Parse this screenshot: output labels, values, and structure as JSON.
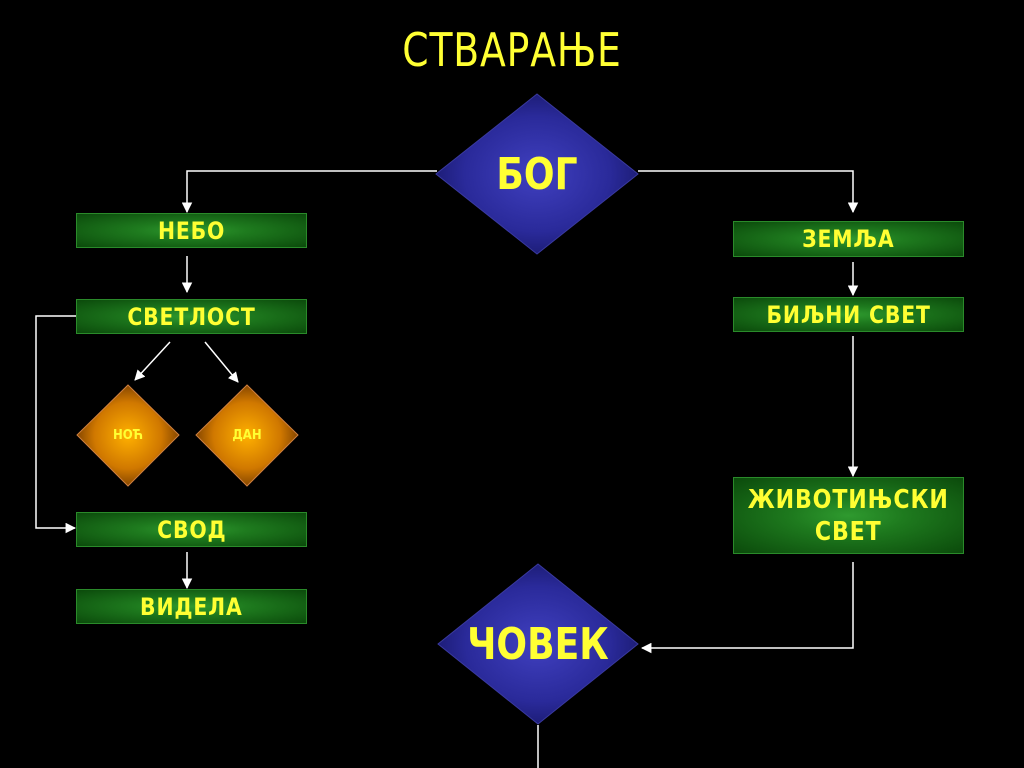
{
  "title": "СТВАРАЊЕ",
  "nodes": {
    "bog": "БОГ",
    "nebo": "НЕБО",
    "svetlost": "СВЕТЛОСТ",
    "noc": "НОЋ",
    "dan": "ДАН",
    "svod": "СВОД",
    "videla": "ВИДЕЛА",
    "zemlja": "ЗЕМЉА",
    "biljni_svet": "БИЉНИ СВЕТ",
    "zivotinjski_svet_line1": "ЖИВОТИЊСКИ",
    "zivotinjski_svet_line2": "СВЕТ",
    "covek": "ЧОВЕК"
  },
  "colors": {
    "background": "#000000",
    "text": "#ffff33",
    "box_green": "#1e7a1e",
    "diamond_blue": "#2a2a9a",
    "diamond_orange": "#e08a00",
    "connector": "#ffffff"
  }
}
